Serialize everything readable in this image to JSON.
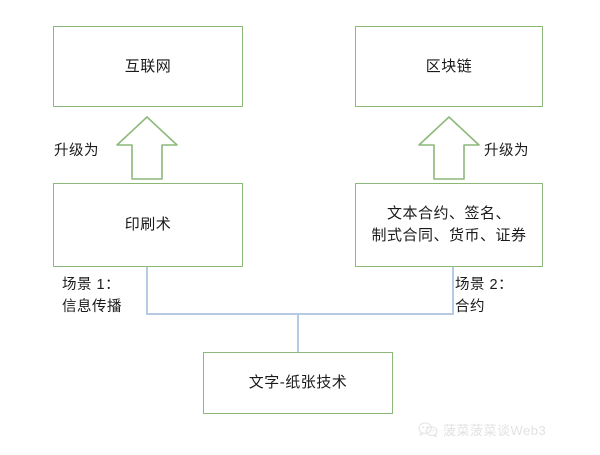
{
  "diagram": {
    "type": "flowchart",
    "title": "",
    "colors": {
      "node_border": "#8cb97a",
      "node_fill": "#ffffff",
      "arrow_stroke": "#8cb97a",
      "connector": "#b6cbe3",
      "text": "#1a1a1a",
      "watermark": "#e4e4e4",
      "background": "#ffffff"
    },
    "nodes": [
      {
        "id": "internet",
        "label": "互联网"
      },
      {
        "id": "blockchain",
        "label": "区块链"
      },
      {
        "id": "printing",
        "label": "印刷术"
      },
      {
        "id": "contracts",
        "label": "文本合约、签名、\n制式合同、货币、证券"
      },
      {
        "id": "paper",
        "label": "文字-纸张技术"
      }
    ],
    "edges": [
      {
        "id": "upgrade-left",
        "label": "升级为",
        "from": "printing",
        "to": "internet",
        "style": "block-arrow-up"
      },
      {
        "id": "upgrade-right",
        "label": "升级为",
        "from": "contracts",
        "to": "blockchain",
        "style": "block-arrow-up"
      },
      {
        "id": "scene-1",
        "label": "场景 1：\n信息传播",
        "from": "paper",
        "to": "printing",
        "style": "elbow-line"
      },
      {
        "id": "scene-2",
        "label": "场景 2：\n合约",
        "from": "paper",
        "to": "contracts",
        "style": "elbow-line"
      }
    ]
  },
  "watermark": {
    "icon": "wechat-icon",
    "text": "菠菜菠菜谈Web3"
  }
}
